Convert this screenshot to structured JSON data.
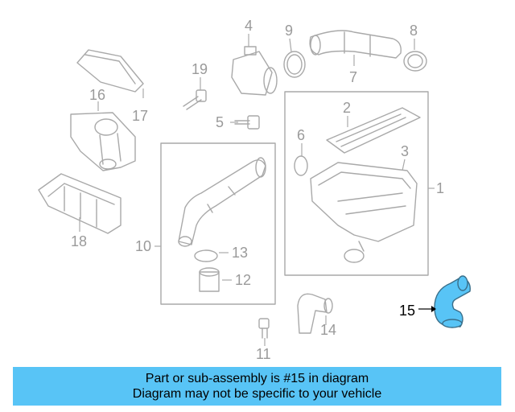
{
  "callouts": {
    "c1": "1",
    "c2": "2",
    "c3": "3",
    "c4": "4",
    "c5": "5",
    "c6": "6",
    "c7": "7",
    "c8": "8",
    "c9": "9",
    "c10": "10",
    "c11": "11",
    "c12": "12",
    "c13": "13",
    "c14": "14",
    "c15": "15",
    "c16": "16",
    "c17": "17",
    "c18": "18",
    "c19": "19"
  },
  "highlighted_part": "15",
  "colors": {
    "highlight": "#58c4f6",
    "line": "#a9a9a9",
    "text": "#9a9a9a"
  },
  "banner": {
    "line1": "Part or sub-assembly is #15 in diagram",
    "line2": "Diagram may not be specific to your vehicle"
  }
}
